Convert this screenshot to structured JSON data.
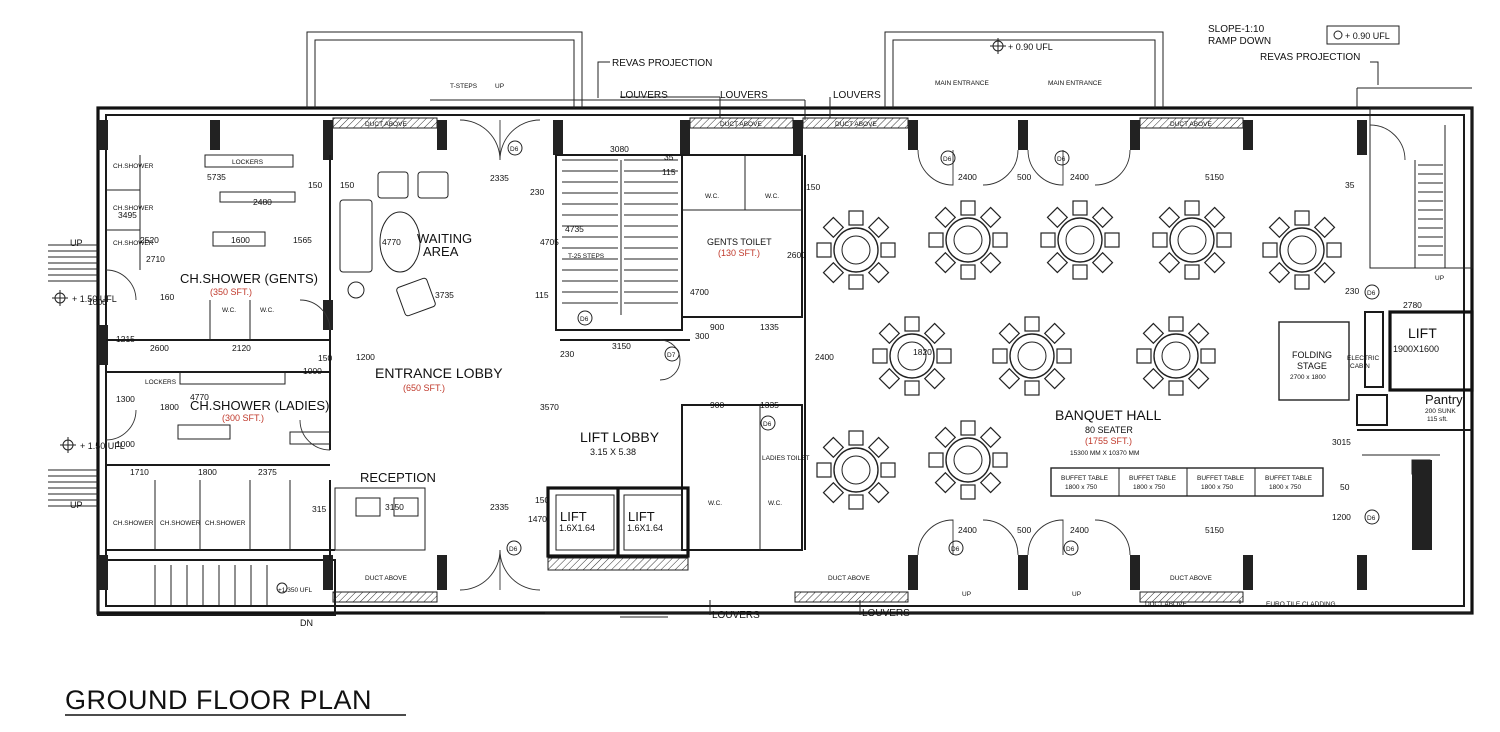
{
  "title": "GROUND FLOOR PLAN",
  "colors": {
    "ink": "#111111",
    "area_red": "#c0392b",
    "paper": "#ffffff"
  },
  "notes": {
    "revas_left": "REVAS PROJECTION",
    "revas_right": "REVAS PROJECTION",
    "slope": "SLOPE-1:10",
    "ramp": "RAMP DOWN",
    "level_top_mid": "+ 0.90 UFL",
    "level_top_right": "+ 0.90 UFL",
    "level_left_1": "+ 1.50 UFL",
    "level_left_2": "+ 1.50 UFL",
    "level_bottom": "+1.350 UFL",
    "louvers_1": "LOUVERS",
    "louvers_2": "LOUVERS",
    "louvers_3": "LOUVERS",
    "louvers_4": "LOUVERS",
    "louvers_5": "LOUVERS",
    "euro_tile": "EURO TILE CLADDING",
    "up1": "UP",
    "up2": "UP",
    "up3": "UP",
    "up4": "UP",
    "up5": "UP",
    "up6": "UP",
    "dn": "DN",
    "steps_top": "T-STEPS",
    "steps_mid": "T-25 STEPS"
  },
  "ducts": [
    "DUCT ABOVE",
    "DUCT ABOVE",
    "DUCT ABOVE",
    "DUCT ABOVE",
    "DUCT ABOVE",
    "DUCT ABOVE",
    "DUCT ABOVE",
    "DUCT ABOVE"
  ],
  "rooms": {
    "ch_shower_gents": {
      "name": "CH.SHOWER (GENTS)",
      "area": "(350 SFT.)"
    },
    "ch_shower_ladies": {
      "name": "CH.SHOWER (LADIES)",
      "area": "(300 SFT.)"
    },
    "waiting": {
      "line1": "WAITING",
      "line2": "AREA"
    },
    "entrance_lobby": {
      "name": "ENTRANCE LOBBY",
      "area": "(650 SFT.)"
    },
    "reception": {
      "name": "RECEPTION"
    },
    "gents_toilet": {
      "name": "GENTS TOILET",
      "area": "(130 SFT.)"
    },
    "ladies_toilet": {
      "name": "LADIES TOILET"
    },
    "lift_lobby": {
      "name": "LIFT LOBBY",
      "size": "3.15 X 5.38"
    },
    "lift_1": {
      "name": "LIFT",
      "size": "1.6X1.64"
    },
    "lift_2": {
      "name": "LIFT",
      "size": "1.6X1.64"
    },
    "lift_3": {
      "name": "LIFT",
      "size": "1900X1600"
    },
    "banquet": {
      "name": "BANQUET HALL",
      "seats": "80 SEATER",
      "area": "(1755 SFT.)",
      "size": "15300 MM X 10370 MM"
    },
    "stage": {
      "line1": "FOLDING",
      "line2": "STAGE",
      "size": "2700 x 1800"
    },
    "electric": {
      "line1": "ELECTRIC",
      "line2": "CABIN"
    },
    "pantry": {
      "name": "Pantry",
      "area": "200 SUNK",
      "area2": "115 sft."
    },
    "lockers_1": "LOCKERS",
    "lockers_2": "LOCKERS",
    "main_entrance_1": "MAIN ENTRANCE",
    "main_entrance_2": "MAIN ENTRANCE",
    "wc": [
      "W.C.",
      "W.C.",
      "W.C.",
      "W.C.",
      "W.C.",
      "W.C."
    ],
    "showers": [
      "CH.SHOWER",
      "CH.SHOWER",
      "CH.SHOWER",
      "CH.SHOWER",
      "CH.SHOWER",
      "CH.SHOWER"
    ]
  },
  "buffet_tables": [
    {
      "label": "BUFFET TABLE",
      "size": "1800 x 750"
    },
    {
      "label": "BUFFET TABLE",
      "size": "1800 x 750"
    },
    {
      "label": "BUFFET TABLE",
      "size": "1800 x 750"
    },
    {
      "label": "BUFFET TABLE",
      "size": "1800 x 750"
    }
  ],
  "doors": [
    "D6",
    "D6",
    "D6",
    "D6",
    "D6",
    "D6",
    "D6",
    "D6",
    "D6",
    "D6",
    "D7"
  ],
  "dims": {
    "d_5735": "5735",
    "d_2480": "2480",
    "d_3495": "3495",
    "d_2520": "2520",
    "d_2710": "2710",
    "d_1600": "1600",
    "d_1565": "1565",
    "d_150a": "150",
    "d_150b": "150",
    "d_4770a": "4770",
    "d_2335a": "2335",
    "d_230a": "230",
    "d_3080": "3080",
    "d_35a": "35",
    "d_115a": "115",
    "d_150c": "150",
    "d_5150a": "5150",
    "d_35b": "35",
    "d_2400a": "2400",
    "d_500a": "500",
    "d_2400b": "2400",
    "d_4705": "4705",
    "d_4735": "4735",
    "d_1000a": "1000",
    "d_115b": "115",
    "d_3735": "3735",
    "d_3150a": "3150",
    "d_900a": "900",
    "d_1335a": "1335",
    "d_230b": "230",
    "d_2780": "2780",
    "d_1820": "1820",
    "d_2600a": "2600",
    "d_2120": "2120",
    "d_1215": "1215",
    "d_4770b": "4770",
    "d_1300": "1300",
    "d_1800a": "1800",
    "d_1000b": "1000",
    "d_1710": "1710",
    "d_1800b": "1800",
    "d_2375": "2375",
    "d_315": "315",
    "d_3150b": "3150",
    "d_2335b": "2335",
    "d_1470": "1470",
    "d_150d": "150",
    "d_900b": "900",
    "d_1335b": "1335",
    "d_2400c": "2400",
    "d_500b": "500",
    "d_2400d": "2400",
    "d_5150b": "5150",
    "d_3015": "3015",
    "d_1200": "1200",
    "d_300": "300",
    "d_230c": "230",
    "d_3570": "3570",
    "d_1200b": "1200",
    "d_150e": "150",
    "d_160": "160",
    "d_1000c": "1000",
    "d_2600b": "2600",
    "d_4700": "4700",
    "d_2400e": "2400",
    "d_50": "50"
  }
}
